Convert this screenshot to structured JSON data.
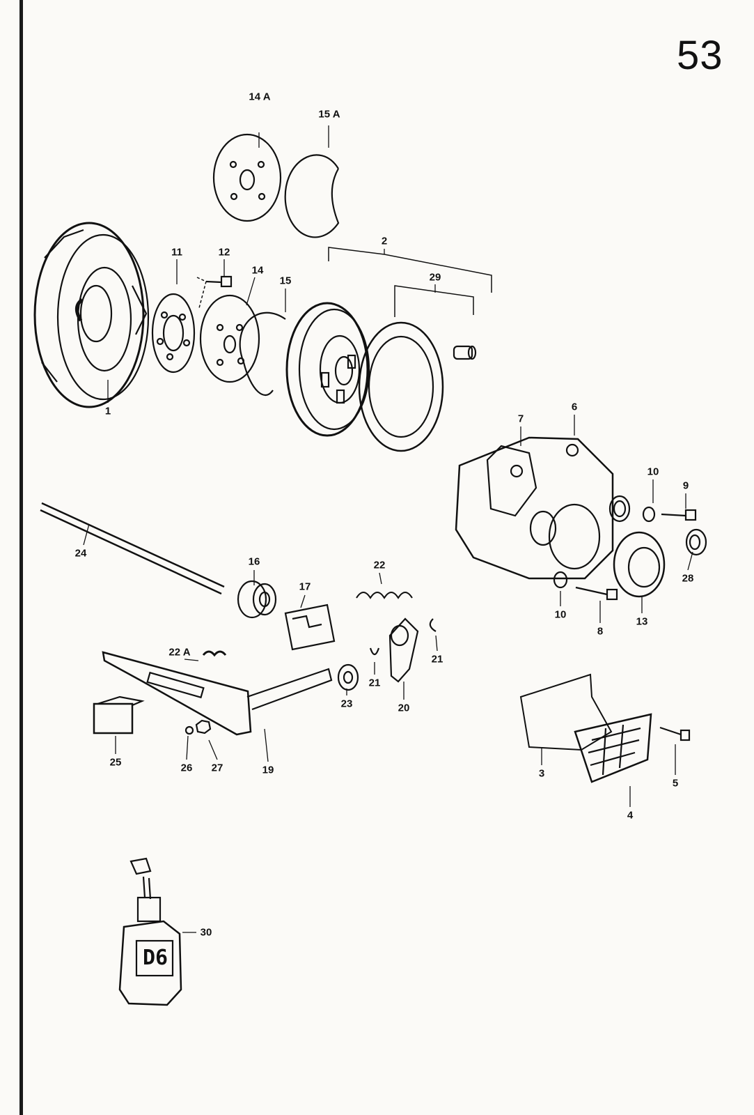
{
  "page_number": "53",
  "callouts": [
    {
      "id": "1",
      "text": "1"
    },
    {
      "id": "2",
      "text": "2"
    },
    {
      "id": "3",
      "text": "3"
    },
    {
      "id": "4",
      "text": "4"
    },
    {
      "id": "5",
      "text": "5"
    },
    {
      "id": "6",
      "text": "6"
    },
    {
      "id": "7",
      "text": "7"
    },
    {
      "id": "8",
      "text": "8"
    },
    {
      "id": "9",
      "text": "9"
    },
    {
      "id": "10a",
      "text": "10"
    },
    {
      "id": "10b",
      "text": "10"
    },
    {
      "id": "11",
      "text": "11"
    },
    {
      "id": "12",
      "text": "12"
    },
    {
      "id": "13",
      "text": "13"
    },
    {
      "id": "14",
      "text": "14"
    },
    {
      "id": "14A",
      "text": "14 A"
    },
    {
      "id": "15",
      "text": "15"
    },
    {
      "id": "15A",
      "text": "15 A"
    },
    {
      "id": "16",
      "text": "16"
    },
    {
      "id": "17",
      "text": "17"
    },
    {
      "id": "19",
      "text": "19"
    },
    {
      "id": "20",
      "text": "20"
    },
    {
      "id": "21a",
      "text": "21"
    },
    {
      "id": "21b",
      "text": "21"
    },
    {
      "id": "22",
      "text": "22"
    },
    {
      "id": "22A",
      "text": "22 A"
    },
    {
      "id": "23",
      "text": "23"
    },
    {
      "id": "24",
      "text": "24"
    },
    {
      "id": "25",
      "text": "25"
    },
    {
      "id": "26",
      "text": "26"
    },
    {
      "id": "27",
      "text": "27"
    },
    {
      "id": "28",
      "text": "28"
    },
    {
      "id": "29",
      "text": "29"
    },
    {
      "id": "30",
      "text": "30"
    }
  ],
  "bottle_label": "D6"
}
